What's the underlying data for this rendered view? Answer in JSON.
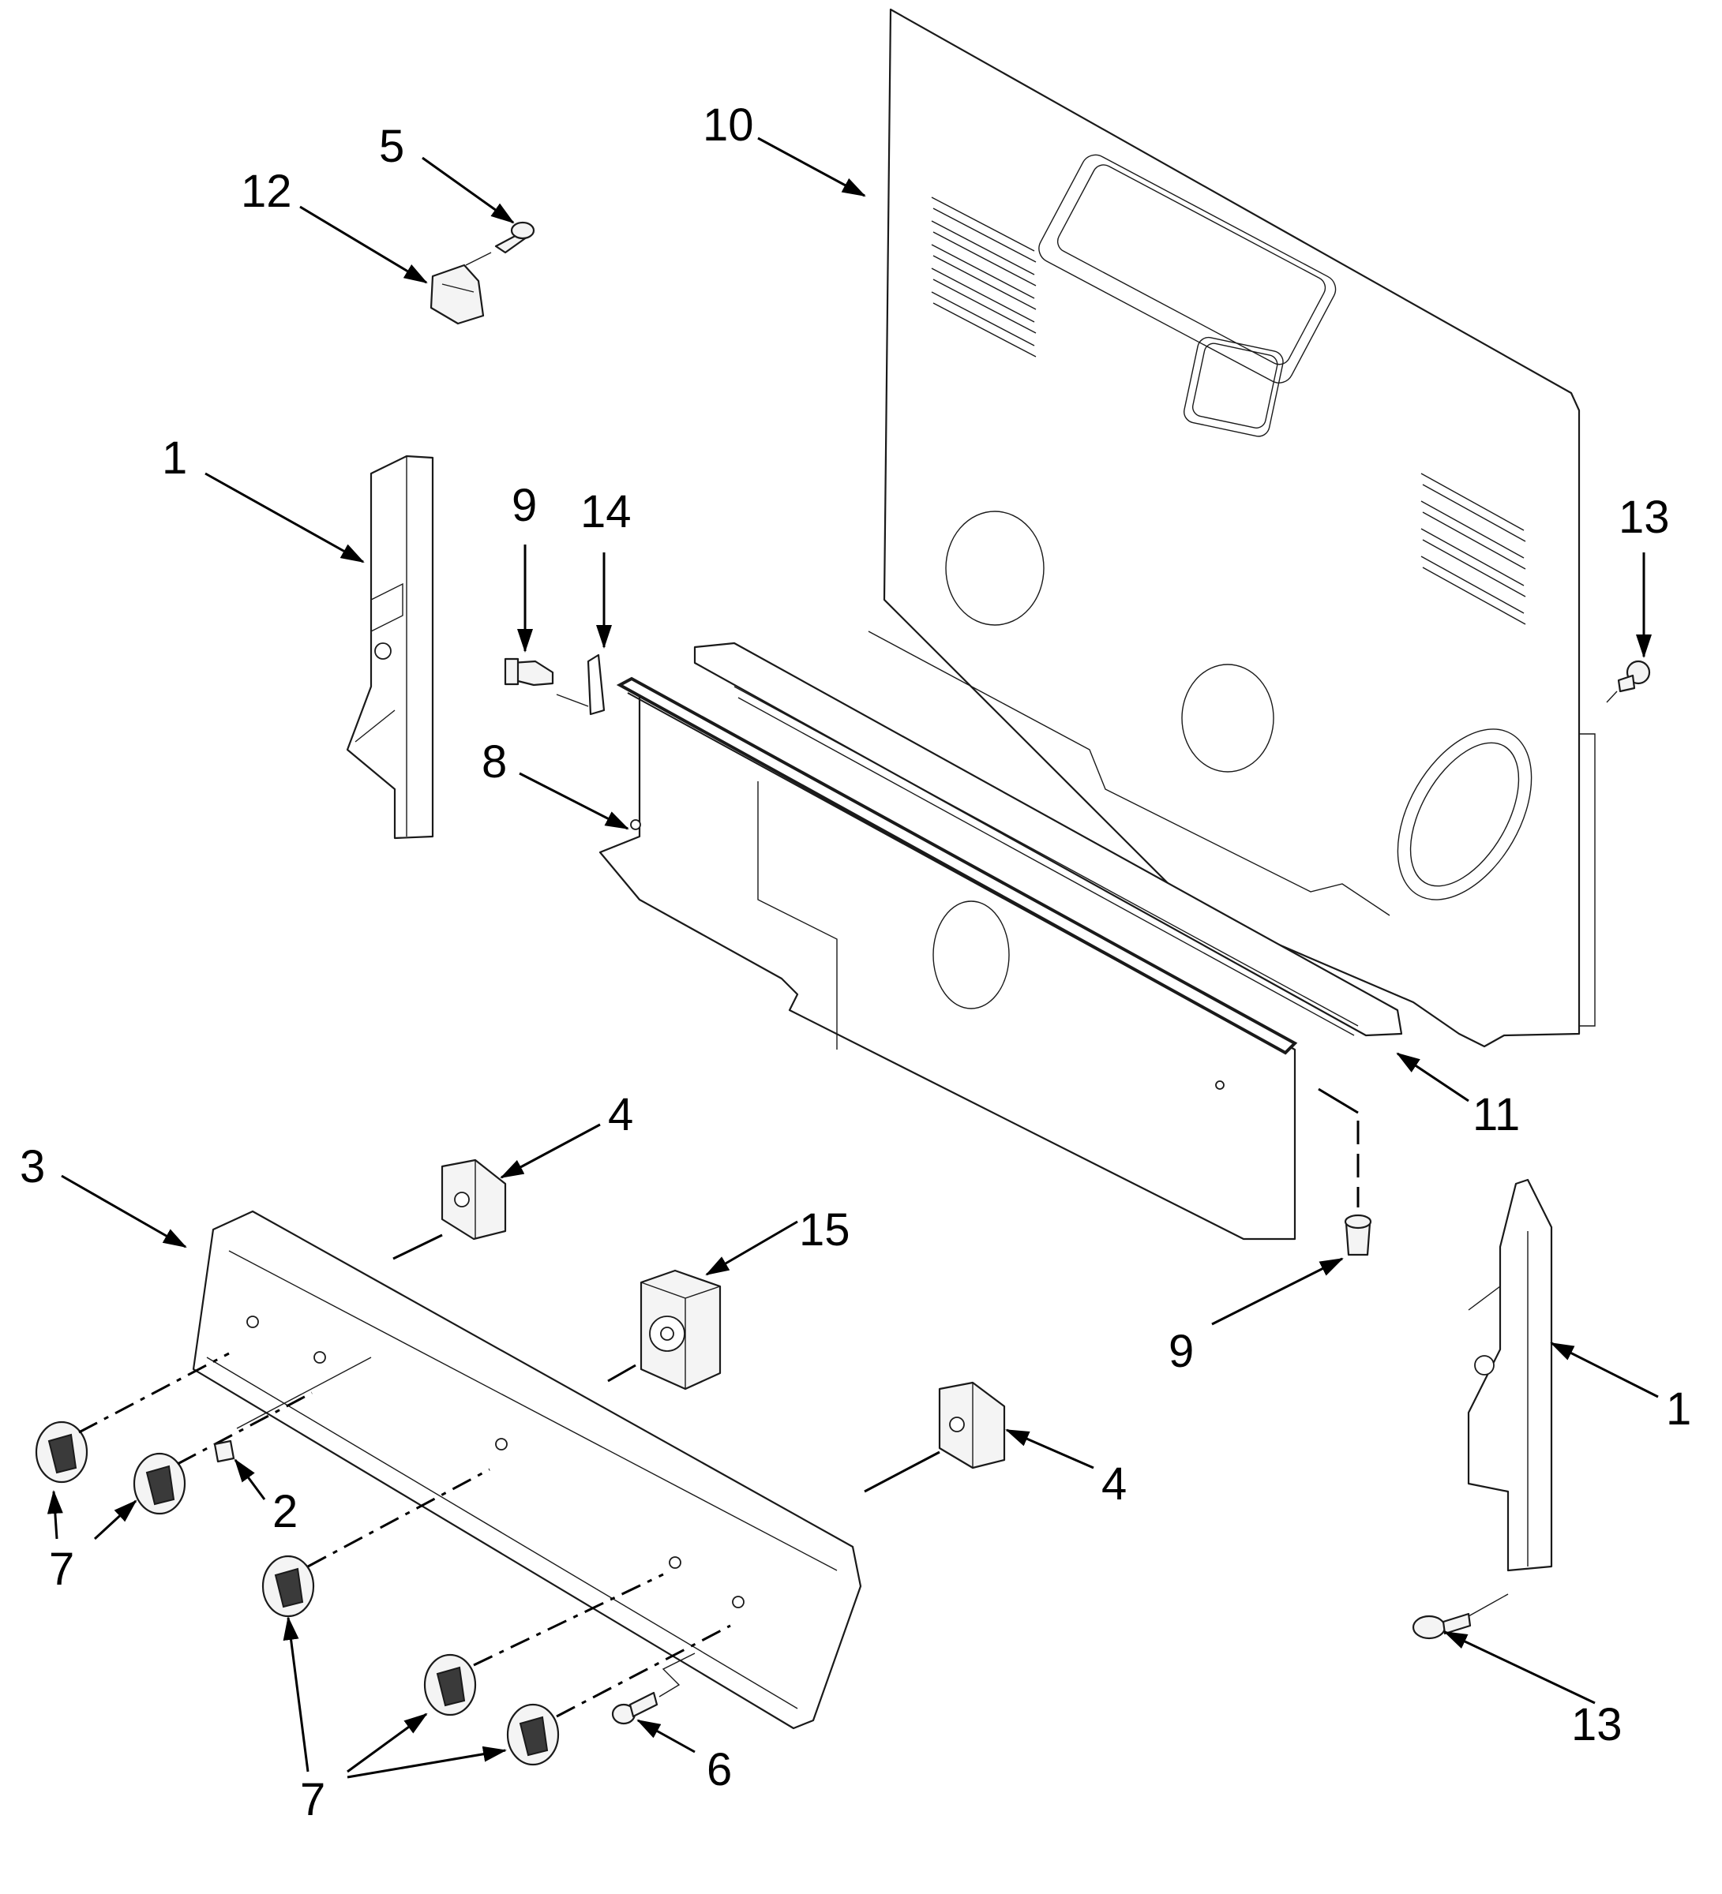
{
  "diagram": {
    "callouts": [
      {
        "id": "c-5",
        "label": "5"
      },
      {
        "id": "c-12",
        "label": "12"
      },
      {
        "id": "c-10",
        "label": "10"
      },
      {
        "id": "c-1a",
        "label": "1"
      },
      {
        "id": "c-9a",
        "label": "9"
      },
      {
        "id": "c-14",
        "label": "14"
      },
      {
        "id": "c-13a",
        "label": "13"
      },
      {
        "id": "c-8",
        "label": "8"
      },
      {
        "id": "c-11",
        "label": "11"
      },
      {
        "id": "c-4a",
        "label": "4"
      },
      {
        "id": "c-3",
        "label": "3"
      },
      {
        "id": "c-15",
        "label": "15"
      },
      {
        "id": "c-9b",
        "label": "9"
      },
      {
        "id": "c-1b",
        "label": "1"
      },
      {
        "id": "c-2",
        "label": "2"
      },
      {
        "id": "c-7a",
        "label": "7"
      },
      {
        "id": "c-4b",
        "label": "4"
      },
      {
        "id": "c-13b",
        "label": "13"
      },
      {
        "id": "c-7b",
        "label": "7"
      },
      {
        "id": "c-6",
        "label": "6"
      }
    ]
  }
}
